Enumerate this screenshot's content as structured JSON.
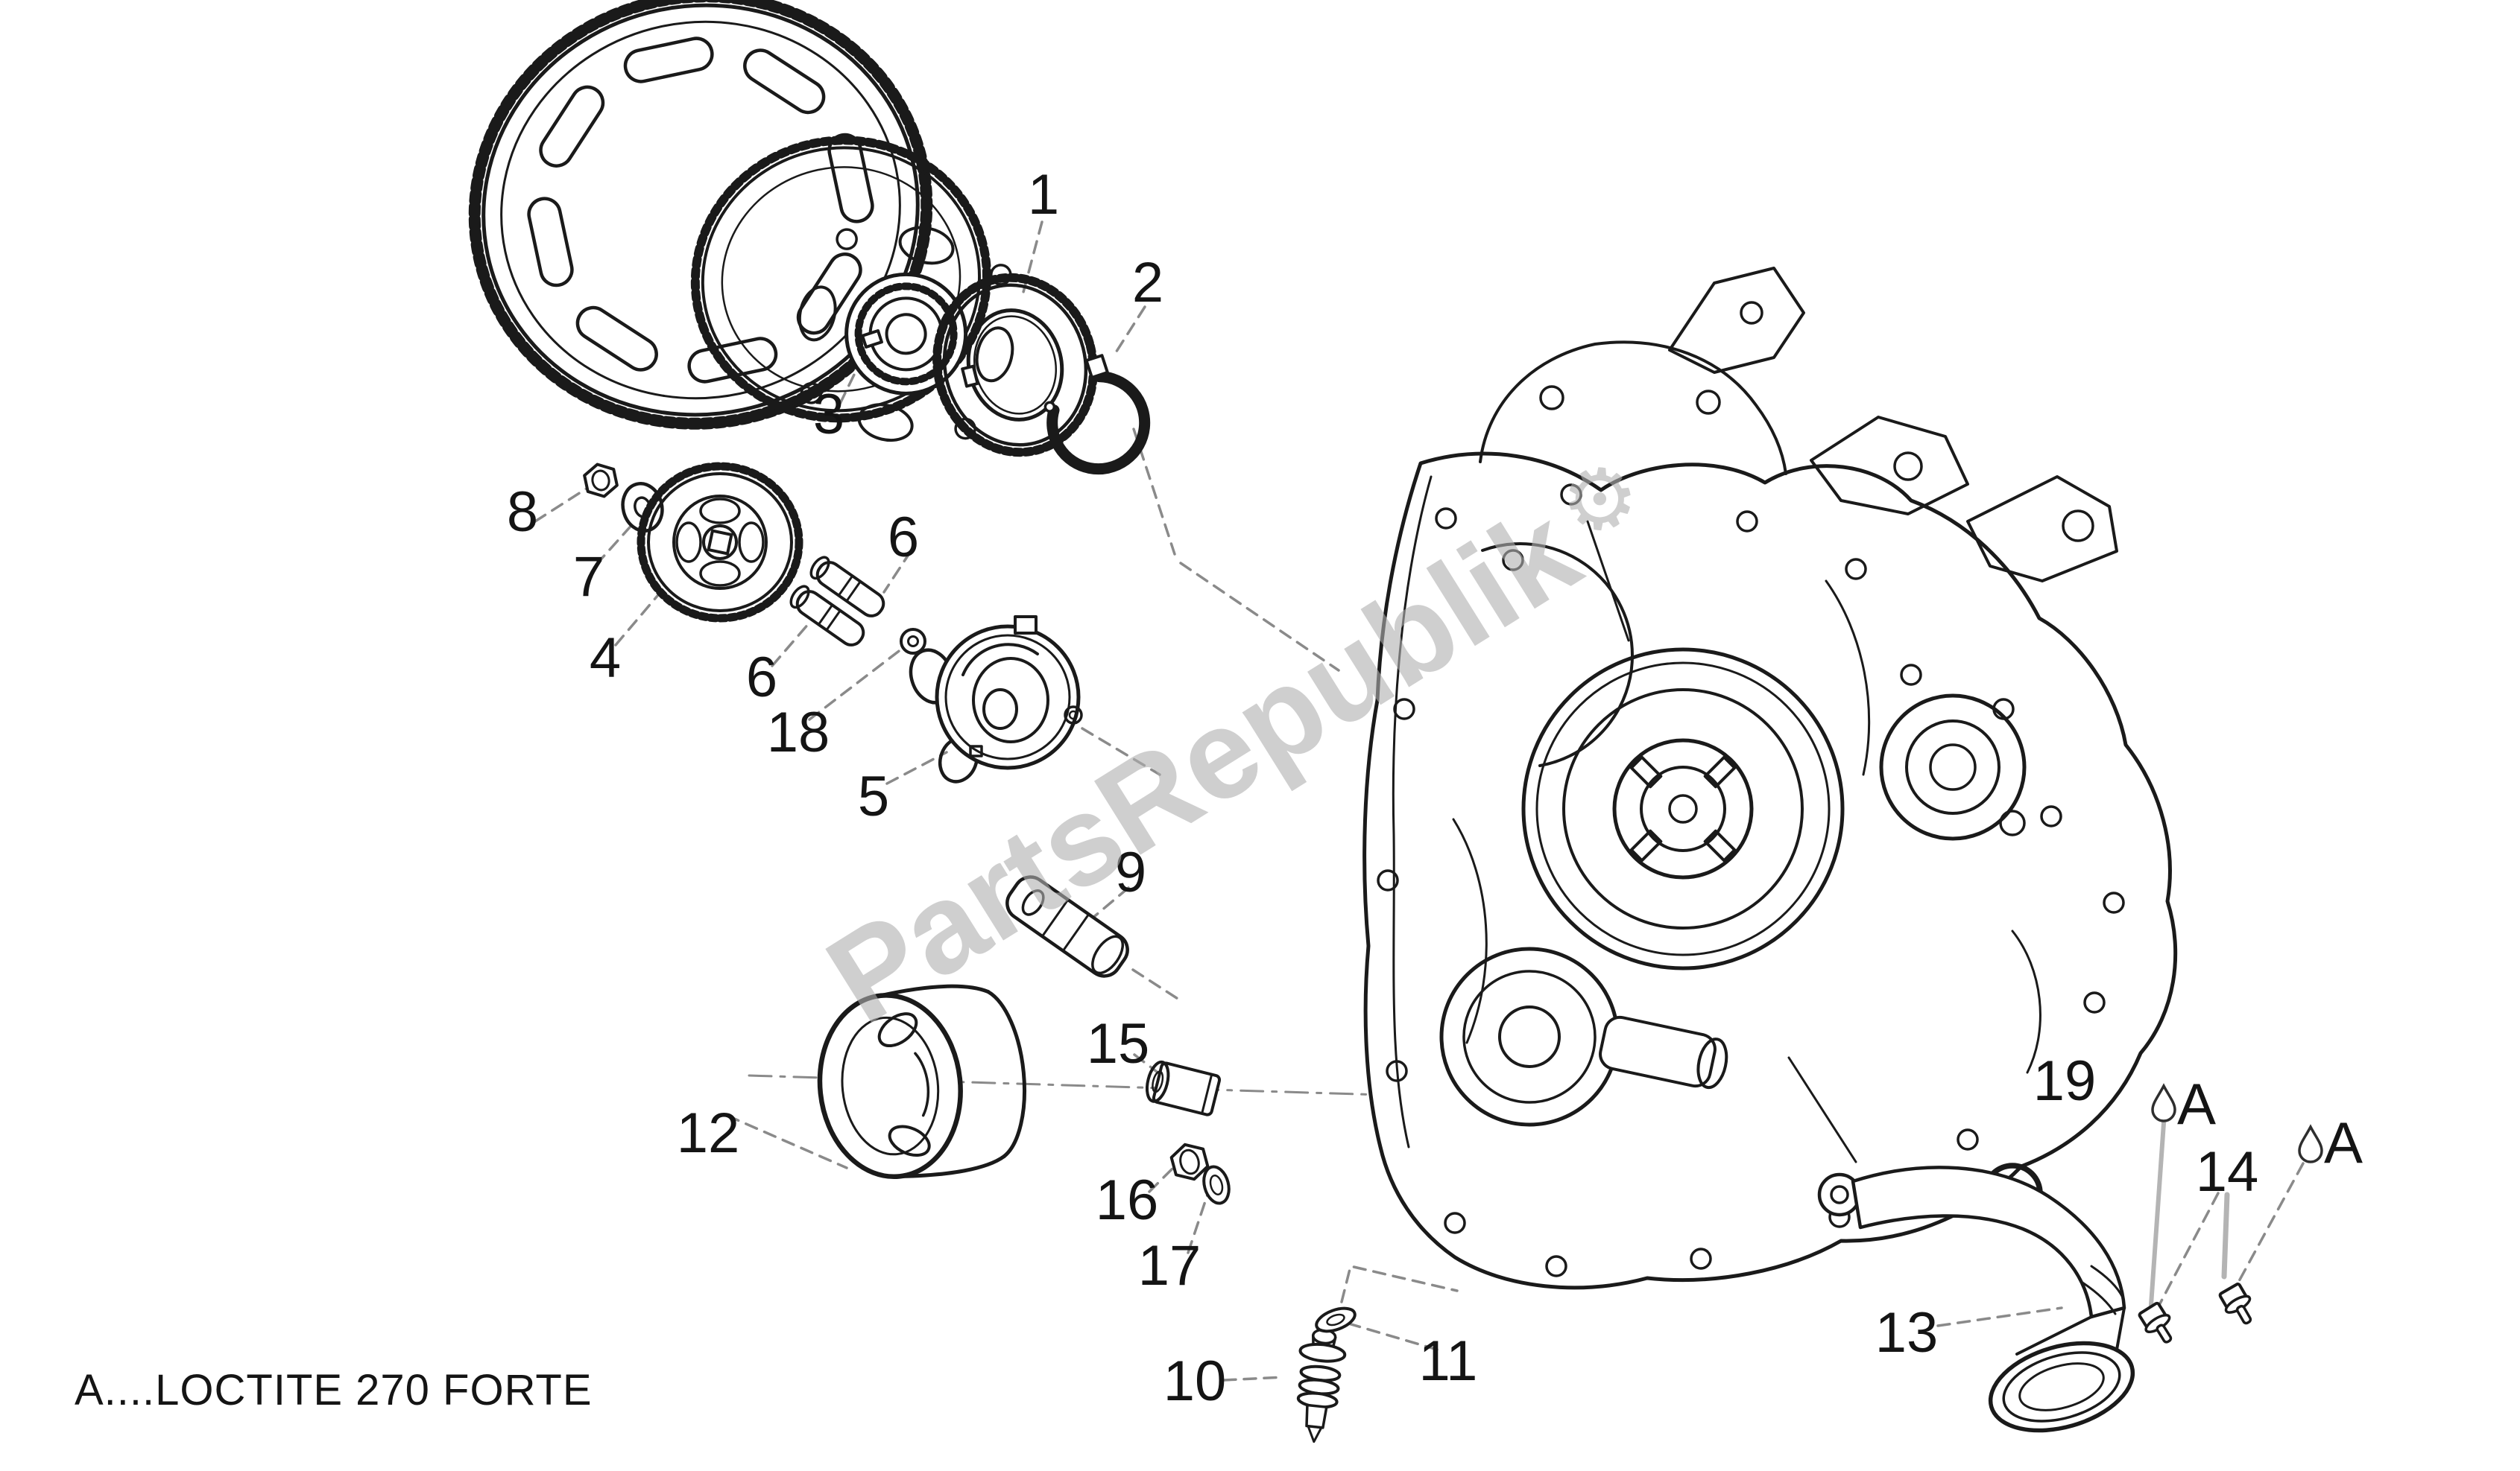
{
  "page": {
    "background": "#ffffff",
    "watermark_text": "PartsRepublik",
    "watermark_gear_icon": "⚙",
    "note": "A....LOCTITE 270 FORTE"
  },
  "colors": {
    "background": "#ffffff",
    "line": "#1a1a1a",
    "leader": "#8a8a8a",
    "label": "#141414",
    "watermark": "#b0b0b0"
  },
  "callouts": [
    {
      "label": "1"
    },
    {
      "label": "2"
    },
    {
      "label": "3"
    },
    {
      "label": "4"
    },
    {
      "label": "5"
    },
    {
      "label": "6"
    },
    {
      "label": "6"
    },
    {
      "label": "7"
    },
    {
      "label": "8"
    },
    {
      "label": "9"
    },
    {
      "label": "10"
    },
    {
      "label": "11"
    },
    {
      "label": "12"
    },
    {
      "label": "13"
    },
    {
      "label": "14"
    },
    {
      "label": "15"
    },
    {
      "label": "16"
    },
    {
      "label": "17"
    },
    {
      "label": "18"
    },
    {
      "label": "19"
    },
    {
      "label": "A"
    },
    {
      "label": "A"
    }
  ]
}
